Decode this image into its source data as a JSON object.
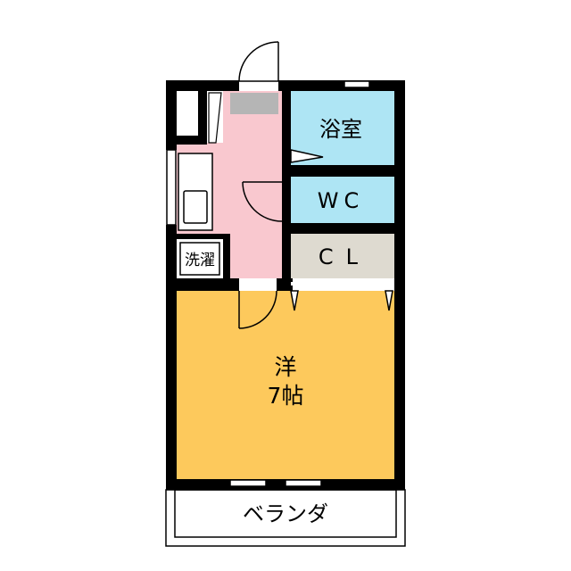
{
  "rooms": {
    "bath": "浴室",
    "wc": "WC",
    "closet": "CL",
    "washer": "洗濯",
    "western_room": {
      "type": "洋",
      "size": "7帖"
    },
    "balcony": "ベランダ"
  },
  "colors": {
    "wall": "#000000",
    "wet_area": "#aee5f4",
    "closet": "#dedad0",
    "kitchen_corridor": "#f9c8cf",
    "western_room": "#fdc95c",
    "fridge_space": "#b5b5b5",
    "background": "#ffffff"
  }
}
